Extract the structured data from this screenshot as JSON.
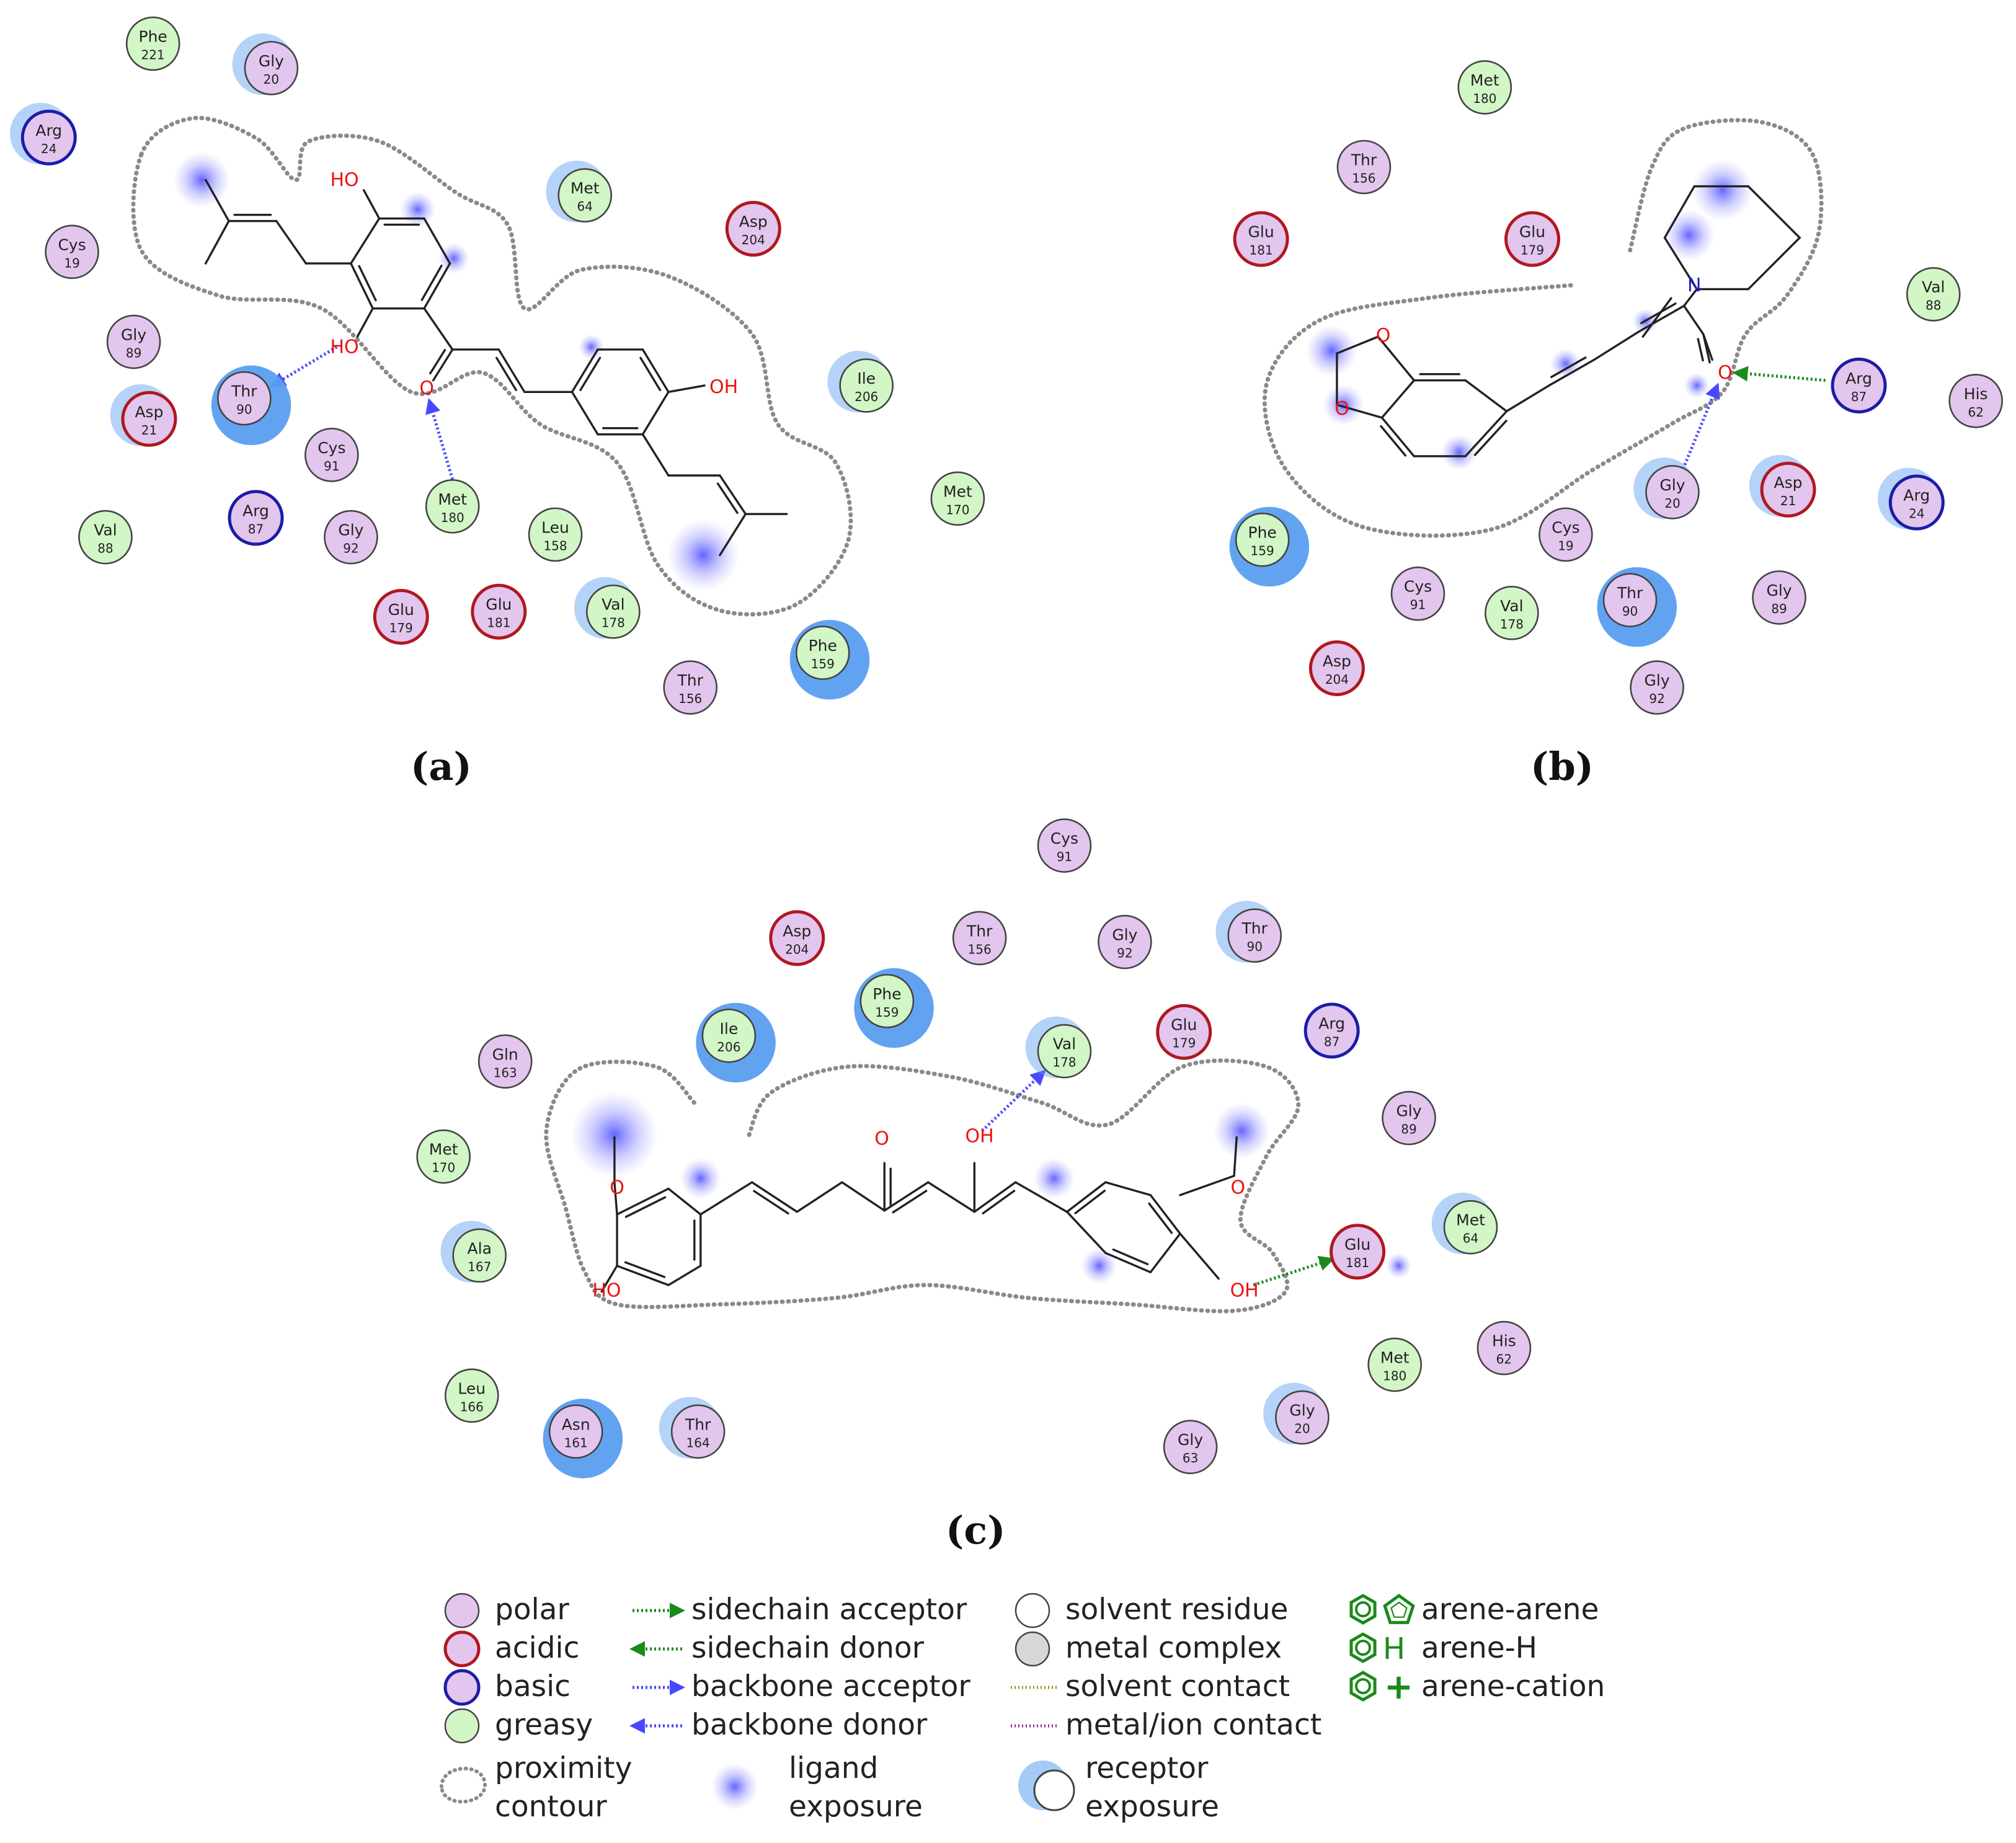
{
  "panels": [
    {
      "label": "(a)",
      "residues": [
        {
          "name": "Phe",
          "num": "221",
          "type": "greasy"
        },
        {
          "name": "Gly",
          "num": "20",
          "type": "polar",
          "exposure": "small"
        },
        {
          "name": "Arg",
          "num": "24",
          "type": "basic",
          "exposure": "small"
        },
        {
          "name": "Met",
          "num": "64",
          "type": "greasy",
          "exposure": "small"
        },
        {
          "name": "Asp",
          "num": "204",
          "type": "acidic"
        },
        {
          "name": "Cys",
          "num": "19",
          "type": "polar"
        },
        {
          "name": "Gly",
          "num": "89",
          "type": "polar"
        },
        {
          "name": "Thr",
          "num": "90",
          "type": "polar",
          "exposure": "large"
        },
        {
          "name": "Asp",
          "num": "21",
          "type": "acidic",
          "exposure": "small"
        },
        {
          "name": "Ile",
          "num": "206",
          "type": "greasy",
          "exposure": "small"
        },
        {
          "name": "Cys",
          "num": "91",
          "type": "polar"
        },
        {
          "name": "Met",
          "num": "180",
          "type": "greasy"
        },
        {
          "name": "Val",
          "num": "88",
          "type": "greasy"
        },
        {
          "name": "Arg",
          "num": "87",
          "type": "basic"
        },
        {
          "name": "Gly",
          "num": "92",
          "type": "polar"
        },
        {
          "name": "Leu",
          "num": "158",
          "type": "greasy"
        },
        {
          "name": "Met",
          "num": "170",
          "type": "greasy"
        },
        {
          "name": "Glu",
          "num": "179",
          "type": "acidic"
        },
        {
          "name": "Glu",
          "num": "181",
          "type": "acidic"
        },
        {
          "name": "Val",
          "num": "178",
          "type": "greasy",
          "exposure": "small"
        },
        {
          "name": "Phe",
          "num": "159",
          "type": "greasy",
          "exposure": "large"
        },
        {
          "name": "Thr",
          "num": "156",
          "type": "polar"
        }
      ],
      "atoms": [
        "HO",
        "HO",
        "O",
        "OH"
      ]
    },
    {
      "label": "(b)",
      "residues": [
        {
          "name": "Met",
          "num": "180",
          "type": "greasy"
        },
        {
          "name": "Thr",
          "num": "156",
          "type": "polar"
        },
        {
          "name": "Glu",
          "num": "181",
          "type": "acidic"
        },
        {
          "name": "Glu",
          "num": "179",
          "type": "acidic"
        },
        {
          "name": "Val",
          "num": "88",
          "type": "greasy"
        },
        {
          "name": "Arg",
          "num": "87",
          "type": "basic"
        },
        {
          "name": "His",
          "num": "62",
          "type": "polar"
        },
        {
          "name": "Gly",
          "num": "20",
          "type": "polar",
          "exposure": "small"
        },
        {
          "name": "Asp",
          "num": "21",
          "type": "acidic",
          "exposure": "small"
        },
        {
          "name": "Arg",
          "num": "24",
          "type": "basic",
          "exposure": "small"
        },
        {
          "name": "Phe",
          "num": "159",
          "type": "greasy",
          "exposure": "large"
        },
        {
          "name": "Cys",
          "num": "19",
          "type": "polar"
        },
        {
          "name": "Cys",
          "num": "91",
          "type": "polar"
        },
        {
          "name": "Val",
          "num": "178",
          "type": "greasy"
        },
        {
          "name": "Thr",
          "num": "90",
          "type": "polar",
          "exposure": "large"
        },
        {
          "name": "Gly",
          "num": "89",
          "type": "polar"
        },
        {
          "name": "Asp",
          "num": "204",
          "type": "acidic"
        },
        {
          "name": "Gly",
          "num": "92",
          "type": "polar"
        }
      ],
      "atoms": [
        "O",
        "O",
        "N",
        "O"
      ]
    },
    {
      "label": "(c)",
      "residues": [
        {
          "name": "Cys",
          "num": "91",
          "type": "polar"
        },
        {
          "name": "Asp",
          "num": "204",
          "type": "acidic"
        },
        {
          "name": "Thr",
          "num": "156",
          "type": "polar"
        },
        {
          "name": "Gly",
          "num": "92",
          "type": "polar"
        },
        {
          "name": "Thr",
          "num": "90",
          "type": "polar",
          "exposure": "small"
        },
        {
          "name": "Phe",
          "num": "159",
          "type": "greasy",
          "exposure": "large"
        },
        {
          "name": "Ile",
          "num": "206",
          "type": "greasy",
          "exposure": "large"
        },
        {
          "name": "Val",
          "num": "178",
          "type": "greasy",
          "exposure": "small"
        },
        {
          "name": "Glu",
          "num": "179",
          "type": "acidic"
        },
        {
          "name": "Arg",
          "num": "87",
          "type": "basic"
        },
        {
          "name": "Gln",
          "num": "163",
          "type": "polar"
        },
        {
          "name": "Gly",
          "num": "89",
          "type": "polar"
        },
        {
          "name": "Met",
          "num": "170",
          "type": "greasy"
        },
        {
          "name": "Met",
          "num": "64",
          "type": "greasy",
          "exposure": "small"
        },
        {
          "name": "Ala",
          "num": "167",
          "type": "greasy",
          "exposure": "small"
        },
        {
          "name": "Glu",
          "num": "181",
          "type": "acidic"
        },
        {
          "name": "His",
          "num": "62",
          "type": "polar"
        },
        {
          "name": "Met",
          "num": "180",
          "type": "greasy"
        },
        {
          "name": "Leu",
          "num": "166",
          "type": "greasy"
        },
        {
          "name": "Asn",
          "num": "161",
          "type": "polar",
          "exposure": "large"
        },
        {
          "name": "Thr",
          "num": "164",
          "type": "polar",
          "exposure": "small"
        },
        {
          "name": "Gly",
          "num": "20",
          "type": "polar",
          "exposure": "small"
        },
        {
          "name": "Gly",
          "num": "63",
          "type": "polar"
        }
      ],
      "atoms": [
        "O",
        "OH",
        "O",
        "O",
        "HO",
        "OH"
      ]
    }
  ],
  "legend": {
    "residue_types": [
      "polar",
      "acidic",
      "basic",
      "greasy"
    ],
    "contour": [
      "proximity",
      "contour"
    ],
    "interactions": [
      "sidechain acceptor",
      "sidechain donor",
      "backbone acceptor",
      "backbone donor"
    ],
    "ligand_exposure": [
      "ligand",
      "exposure"
    ],
    "other": [
      "solvent residue",
      "metal complex",
      "solvent contact",
      "metal/ion contact"
    ],
    "receptor_exposure": [
      "receptor",
      "exposure"
    ],
    "arene": [
      "arene-arene",
      "arene-H",
      "arene-cation"
    ],
    "arene_glyph_H": "H",
    "arene_glyph_plus": "+"
  },
  "colors": {
    "polar_fill": "#e2c6ee",
    "greasy_fill": "#d2f6c6",
    "acidic_ring": "#b01820",
    "basic_ring": "#1c1ca8",
    "neutral_ring": "#444444",
    "backbone": "#4848ff",
    "sidechain": "#1a8a1a",
    "exposure": "#5a9ef0",
    "ligand_exposure": "#5555ff",
    "heteroatom": "#ee1111",
    "arene": "#1a8a1a",
    "solvent_contact": "#a09020",
    "metal_contact": "#9a2aa0"
  }
}
